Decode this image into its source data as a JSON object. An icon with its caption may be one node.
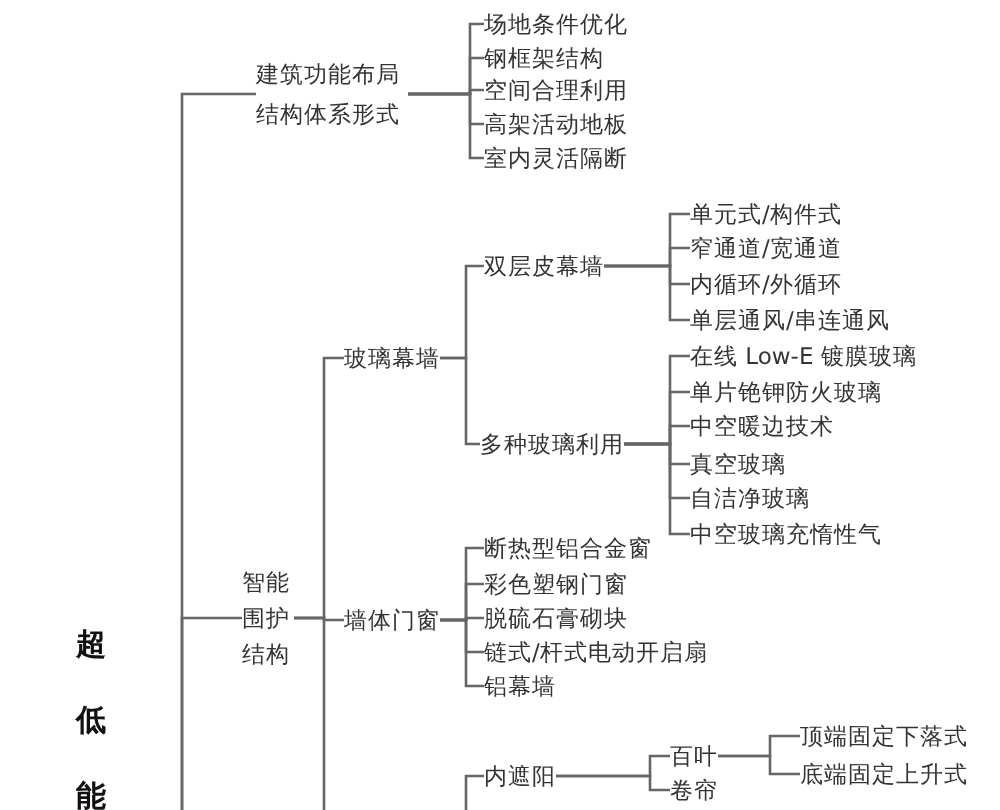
{
  "diagram": {
    "nodes": [
      {
        "text": [
          "建筑功能布局结构体系形式"
        ]
      },
      {
        "text": [
          "场地条件优化"
        ]
      },
      {
        "text": [
          "钢框架结构"
        ]
      },
      {
        "text": [
          "空间合理利用"
        ]
      },
      {
        "text": [
          "高架活动地板"
        ]
      },
      {
        "text": [
          "室内灵活隔断"
        ]
      },
      {
        "text": [
          "智能围护结构"
        ]
      },
      {
        "text": [
          "玻璃幕墙"
        ]
      },
      {
        "text": [
          "双层皮幕墙"
        ]
      },
      {
        "text": [
          "单元式/构件式"
        ]
      },
      {
        "text": [
          "窄通道/宽通道"
        ]
      },
      {
        "text": [
          "内循环/外循环"
        ]
      },
      {
        "text": [
          "单层通风/串连通风"
        ]
      },
      {
        "text": [
          "多种玻璃利用"
        ]
      },
      {
        "text": [
          "在线 Low-E 镀膜玻璃"
        ]
      },
      {
        "text": [
          "单片铯钾防火玻璃"
        ]
      },
      {
        "text": [
          "中空暖边技术"
        ]
      },
      {
        "text": [
          "真空玻璃"
        ]
      },
      {
        "text": [
          "自洁净玻璃"
        ]
      },
      {
        "text": [
          "中空玻璃充惰性气"
        ]
      },
      {
        "text": [
          "墙体门窗"
        ]
      },
      {
        "text": [
          "断热型铝合金窗"
        ]
      },
      {
        "text": [
          "彩色塑钢门窗"
        ]
      },
      {
        "text": [
          "脱硫石膏砌块"
        ]
      },
      {
        "text": [
          "链式/杆式电动开启扇"
        ]
      },
      {
        "text": [
          "铝幕墙"
        ]
      },
      {
        "text": [
          "内遮阳"
        ]
      },
      {
        "text": [
          "百叶"
        ]
      },
      {
        "text": [
          "卷帘"
        ]
      },
      {
        "text": [
          "顶端固定下落式"
        ]
      },
      {
        "text": [
          "底端固定上升式"
        ]
      }
    ],
    "edges": [
      {
        "from": null,
        "to": 0,
        "arrow": "none"
      },
      {
        "from": null,
        "to": 6,
        "arrow": "none"
      },
      {
        "from": 0,
        "to": 1,
        "arrow": "none"
      },
      {
        "from": 0,
        "to": 2,
        "arrow": "none"
      },
      {
        "from": 0,
        "to": 3,
        "arrow": "none"
      },
      {
        "from": 0,
        "to": 4,
        "arrow": "none"
      },
      {
        "from": 0,
        "to": 5,
        "arrow": "none"
      },
      {
        "from": 6,
        "to": 7,
        "arrow": "none"
      },
      {
        "from": 6,
        "to": 20,
        "arrow": "none"
      },
      {
        "from": 6,
        "to": null,
        "arrow": "none"
      },
      {
        "from": 7,
        "to": 8,
        "arrow": "none"
      },
      {
        "from": 7,
        "to": 13,
        "arrow": "none"
      },
      {
        "from": 8,
        "to": 9,
        "arrow": "none"
      },
      {
        "from": 8,
        "to": 10,
        "arrow": "none"
      },
      {
        "from": 8,
        "to": 11,
        "arrow": "none"
      },
      {
        "from": 8,
        "to": 12,
        "arrow": "none"
      },
      {
        "from": 13,
        "to": 14,
        "arrow": "none"
      },
      {
        "from": 13,
        "to": 15,
        "arrow": "none"
      },
      {
        "from": 13,
        "to": 16,
        "arrow": "none"
      },
      {
        "from": 13,
        "to": 17,
        "arrow": "none"
      },
      {
        "from": 13,
        "to": 18,
        "arrow": "none"
      },
      {
        "from": 13,
        "to": 19,
        "arrow": "none"
      },
      {
        "from": 20,
        "to": 21,
        "arrow": "none"
      },
      {
        "from": 20,
        "to": 22,
        "arrow": "none"
      },
      {
        "from": 20,
        "to": 23,
        "arrow": "none"
      },
      {
        "from": 20,
        "to": 24,
        "arrow": "none"
      },
      {
        "from": 20,
        "to": 25,
        "arrow": "none"
      },
      {
        "from": null,
        "to": 26,
        "arrow": "none"
      },
      {
        "from": 26,
        "to": 27,
        "arrow": "none"
      },
      {
        "from": 26,
        "to": 28,
        "arrow": "none"
      },
      {
        "from": 27,
        "to": 29,
        "arrow": "none"
      },
      {
        "from": 27,
        "to": 30,
        "arrow": "none"
      }
    ],
    "labels": [
      "超",
      "低",
      "能"
    ]
  }
}
